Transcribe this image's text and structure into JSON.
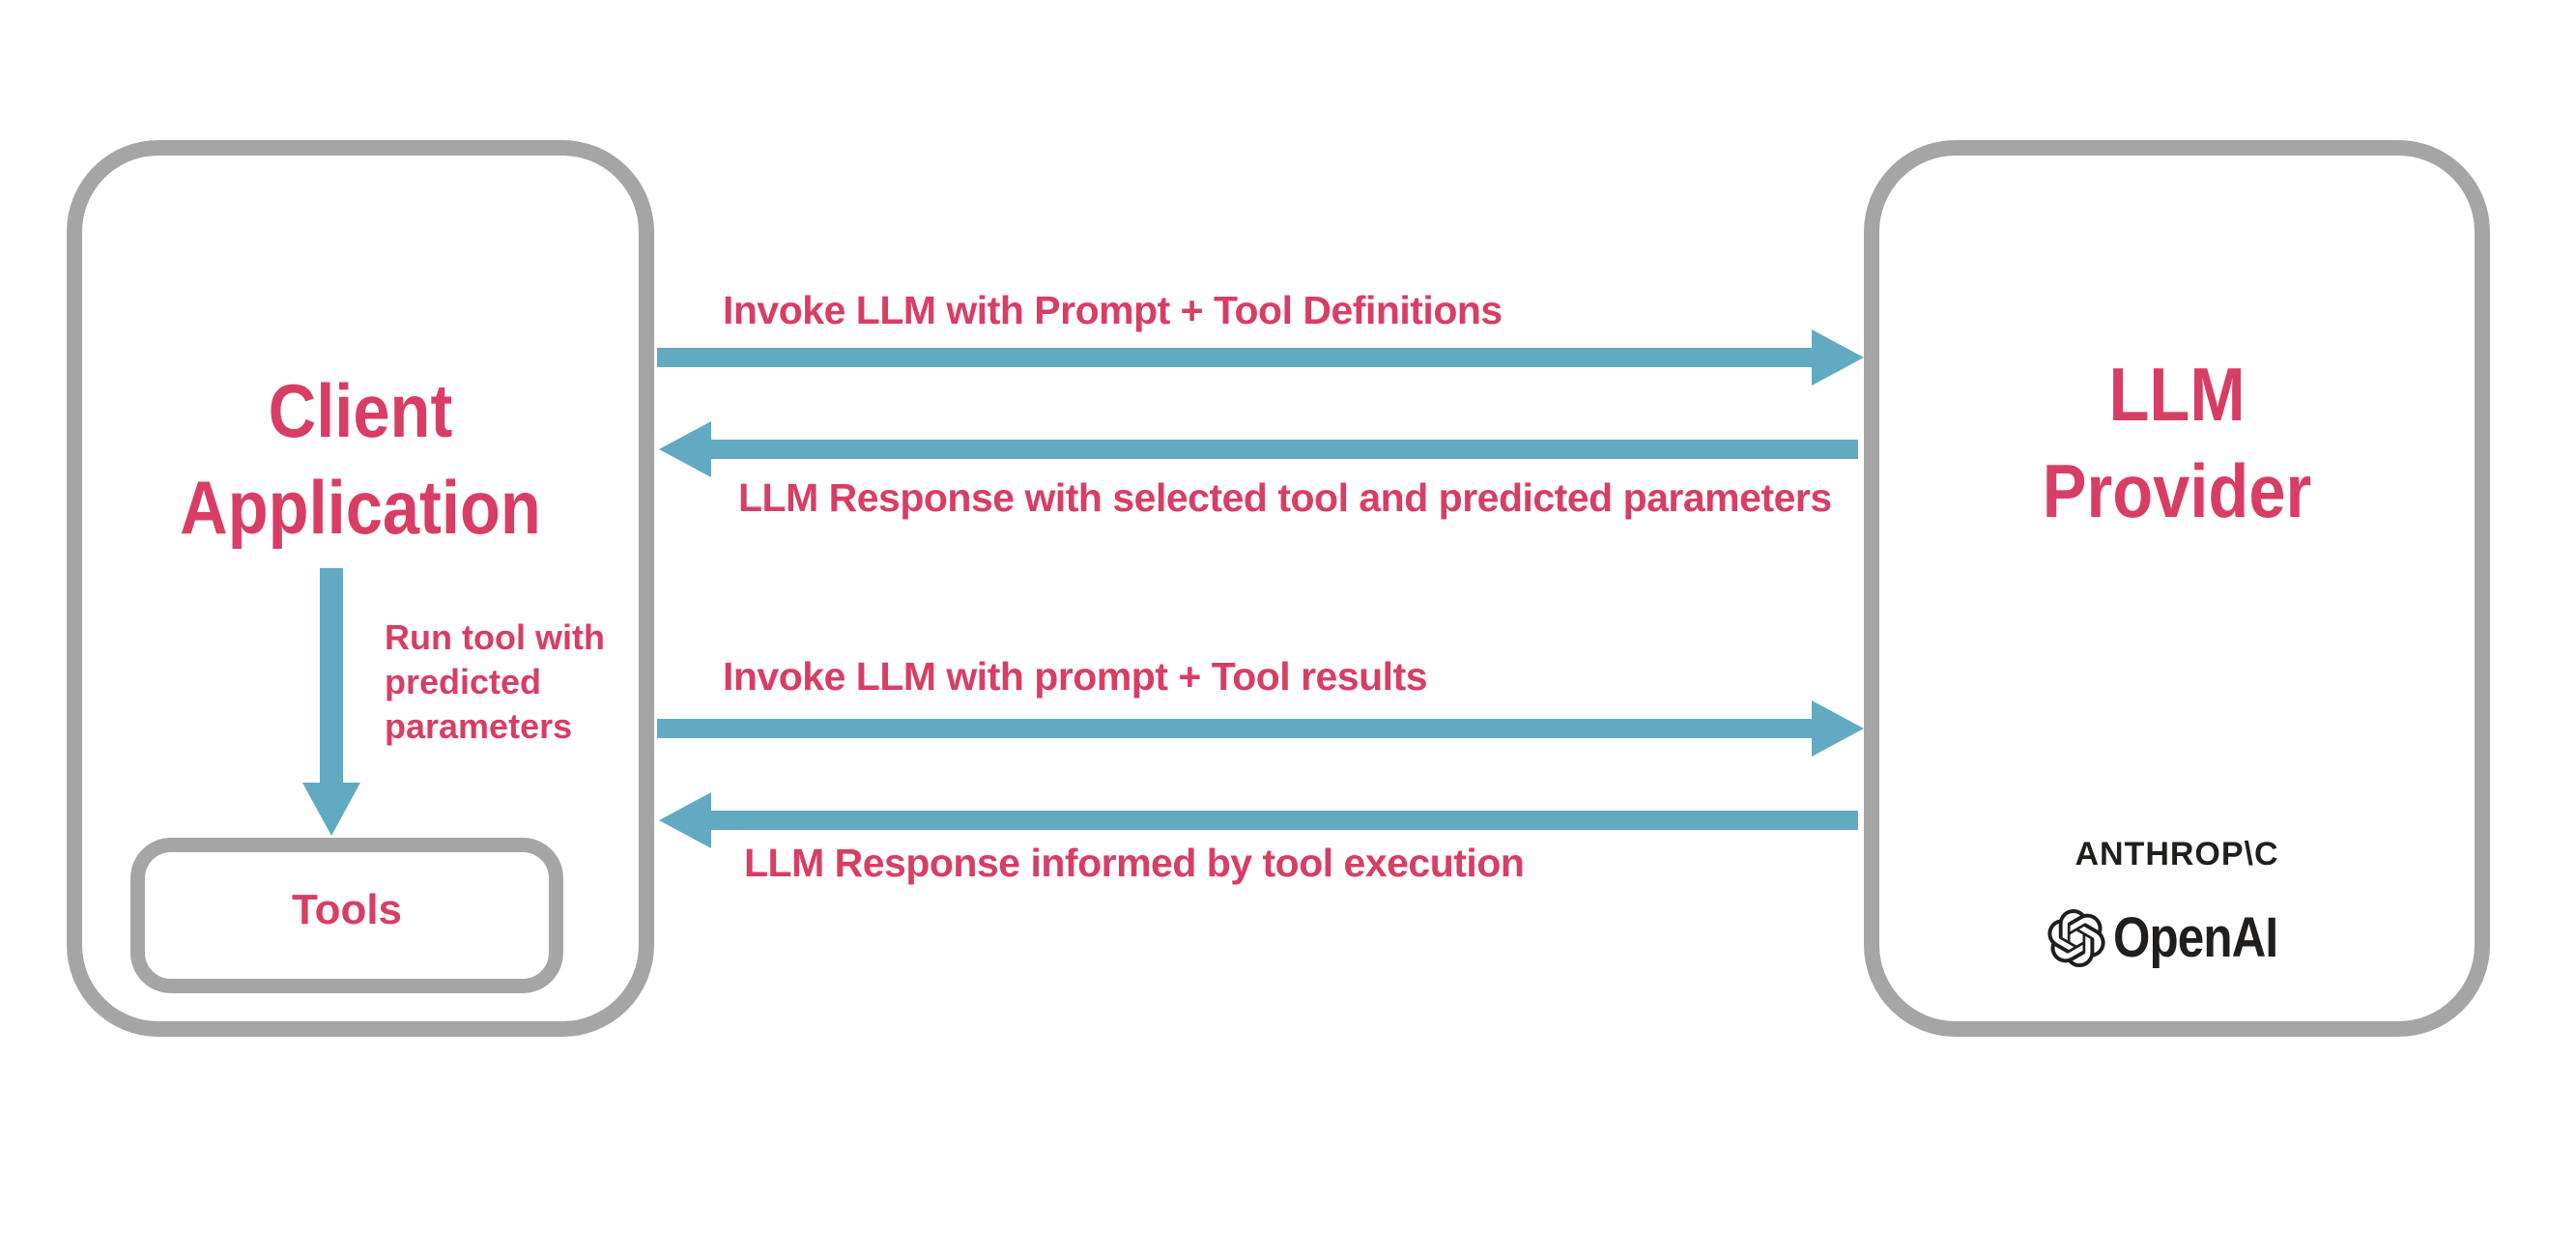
{
  "colors": {
    "accent_pink": "#D83E64",
    "arrow_blue": "#62A9C2",
    "border_gray": "#A5A5A5",
    "logo_black": "#201F1E",
    "background": "#FFFFFF"
  },
  "client_box": {
    "title": "Client\nApplication",
    "run_tool_label": "Run tool with\npredicted\nparameters",
    "run_tool_direction": "down",
    "tools_label": "Tools"
  },
  "provider_box": {
    "title": "LLM\nProvider",
    "anthropic_wordmark": "ANTHROP\\C",
    "openai_wordmark": "OpenAI"
  },
  "flows": [
    {
      "label": "Invoke LLM with Prompt + Tool Definitions",
      "direction": "right"
    },
    {
      "label": "LLM Response with selected tool and predicted parameters",
      "direction": "left"
    },
    {
      "label": "Invoke LLM with prompt + Tool results",
      "direction": "right"
    },
    {
      "label": "LLM Response informed by tool execution",
      "direction": "left"
    }
  ]
}
